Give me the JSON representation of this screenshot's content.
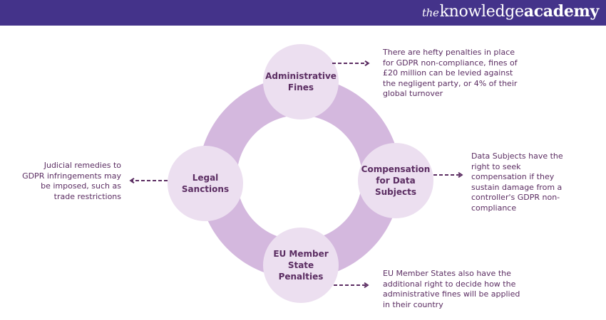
{
  "brand": {
    "the": "the",
    "knowledge": "knowledge",
    "academy": "academy"
  },
  "colors": {
    "header": "#44338a",
    "ring": "#d4b8de",
    "node": "#ecdff0",
    "text": "#5b2d62",
    "arrow": "#5b2d62"
  },
  "nodes": [
    {
      "id": "administrative-fines",
      "label": "Administrative Fines",
      "description": "There are hefty penalties in place for GDPR non-compliance, fines of £20 million can be levied against the negligent party, or 4% of their global turnover"
    },
    {
      "id": "compensation-for-data-subjects",
      "label": "Compensation for Data Subjects",
      "description": "Data Subjects have the right to seek compensation if they sustain damage from a controller's GDPR non-compliance"
    },
    {
      "id": "eu-member-state-penalties",
      "label": "EU Member State Penalties",
      "description": "EU Member States also have the additional right to decide how the administrative fines will be applied in their country"
    },
    {
      "id": "legal-sanctions",
      "label": "Legal Sanctions",
      "description": "Judicial remedies to GDPR infringements may be imposed, such as trade restrictions"
    }
  ]
}
